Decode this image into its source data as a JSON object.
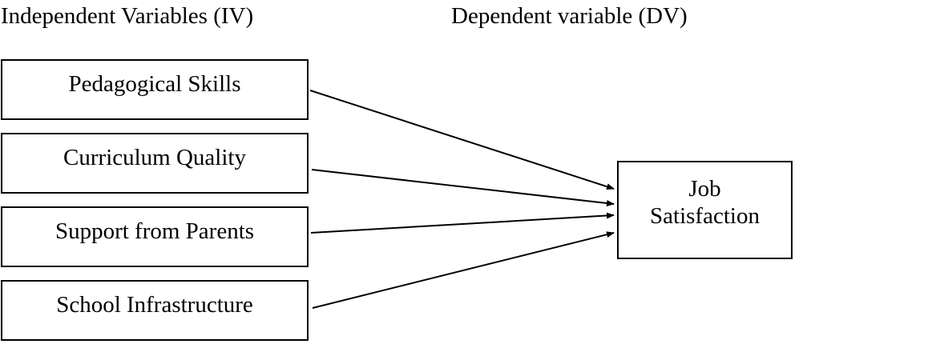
{
  "headings": {
    "independent": "Independent Variables (IV)",
    "dependent": "Dependent variable (DV)"
  },
  "independent_variables": [
    {
      "label": "Pedagogical Skills"
    },
    {
      "label": "Curriculum Quality"
    },
    {
      "label": "Support from Parents"
    },
    {
      "label": "School Infrastructure"
    }
  ],
  "dependent_variable": {
    "label_line1": "Job",
    "label_line2": "Satisfaction"
  },
  "colors": {
    "line": "#000000",
    "background": "#ffffff"
  }
}
